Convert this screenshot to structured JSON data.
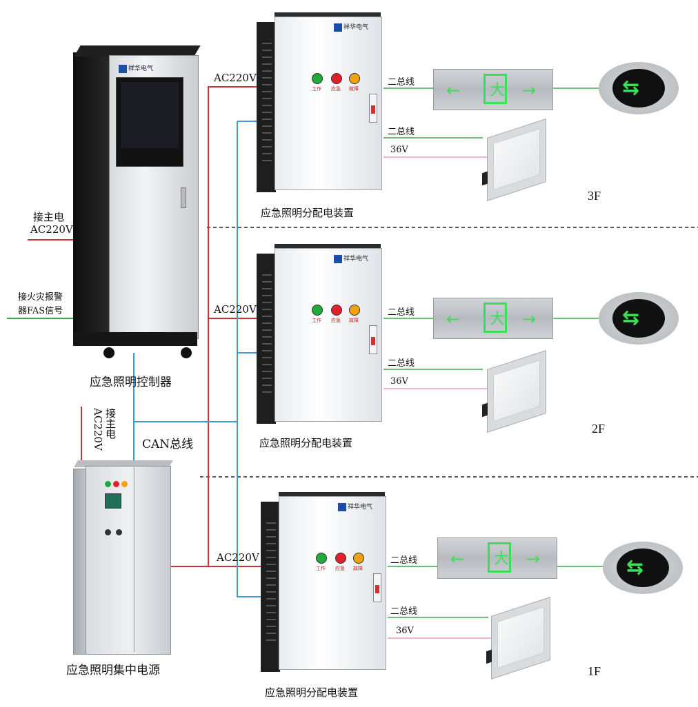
{
  "labels": {
    "ac220v": "AC220V",
    "bus": "二总线",
    "v36": "36V",
    "main_power_line1": "接主电",
    "main_power_line2": "AC220V",
    "fire_alarm_line1": "接火灾报警",
    "fire_alarm_line2": "器FAS信号",
    "controller": "应急照明控制器",
    "distribution_box": "应急照明分配电装置",
    "central_power": "应急照明集中电源",
    "can_bus": "CAN总线",
    "cps_main_power_v1": "接主电",
    "cps_main_power_v2": "AC220V"
  },
  "floors": [
    {
      "name": "3F"
    },
    {
      "name": "2F"
    },
    {
      "name": "1F"
    }
  ],
  "indicators": {
    "work": "工作",
    "emergency": "应急",
    "fault": "故障"
  },
  "brand": "祥华电气",
  "colors": {
    "power_line": "#d1303a",
    "can_line": "#3a9ad6",
    "bus_line": "#3aa848",
    "v36_line": "#e5a0c0",
    "fas_line": "#3aa848",
    "exit_green": "#3fdc5a",
    "lamp_green": "#1faa3a",
    "lamp_red": "#e0202a",
    "lamp_yellow": "#f2a20f"
  },
  "icons": {
    "exit_sign": "exit-sign-icon",
    "floor_light": "floor-indicator-light-icon",
    "downlight": "downlight-icon"
  }
}
